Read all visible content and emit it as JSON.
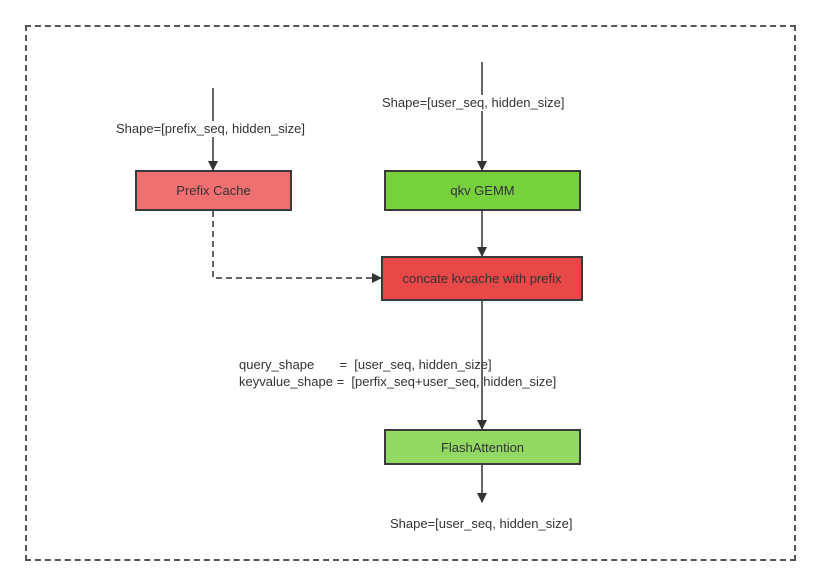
{
  "nodes": {
    "prefix_cache": {
      "label": "Prefix Cache",
      "color": "#ef7070"
    },
    "qkv_gemm": {
      "label": "qkv GEMM",
      "color": "#76d13c"
    },
    "concat": {
      "label": "concate kvcache with prefix",
      "color": "#e84848"
    },
    "flash_attention": {
      "label": "FlashAttention",
      "color": "#92d964"
    }
  },
  "labels": {
    "prefix_input_shape": "Shape=[prefix_seq, hidden_size]",
    "user_input_shape": "Shape=[user_seq, hidden_size]",
    "query_shape": "query_shape       =  [user_seq, hidden_size]",
    "keyvalue_shape": "keyvalue_shape =  [perfix_seq+user_seq, hidden_size]",
    "output_shape": "Shape=[user_seq, hidden_size]"
  },
  "edges": [
    {
      "from": "prefix-input",
      "to": "prefix_cache",
      "style": "solid"
    },
    {
      "from": "user-input",
      "to": "qkv_gemm",
      "style": "solid"
    },
    {
      "from": "qkv_gemm",
      "to": "concat",
      "style": "solid"
    },
    {
      "from": "prefix_cache",
      "to": "concat",
      "style": "dashed"
    },
    {
      "from": "concat",
      "to": "flash_attention",
      "style": "solid"
    },
    {
      "from": "flash_attention",
      "to": "output",
      "style": "solid"
    }
  ]
}
